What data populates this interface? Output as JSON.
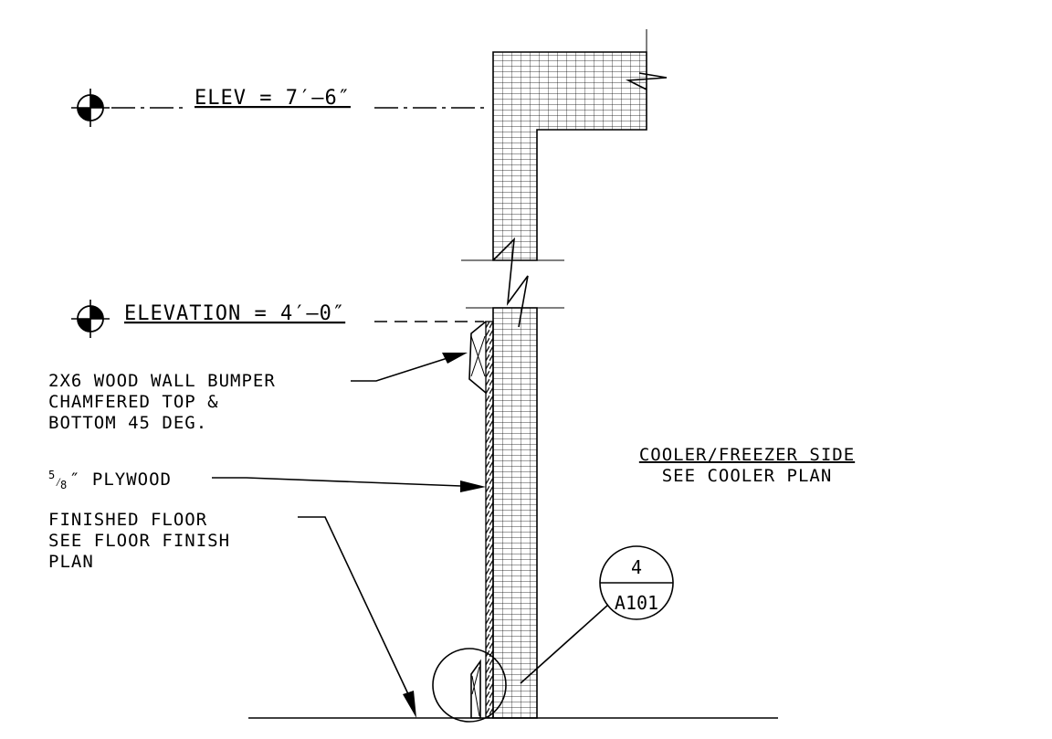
{
  "elevations": [
    {
      "label": "ELEV = 7′–6″"
    },
    {
      "label": "ELEVATION = 4′–0″"
    }
  ],
  "notes": {
    "bumper": [
      "2X6 WOOD WALL BUMPER",
      "CHAMFERED TOP &",
      "BOTTOM 45 DEG."
    ],
    "plywood_fraction_num": "5",
    "plywood_fraction_den": "8",
    "plywood_rest": "″ PLYWOOD",
    "floor": [
      "FINISHED FLOOR",
      "SEE FLOOR FINISH",
      "PLAN"
    ],
    "side": [
      "COOLER/FREEZER SIDE",
      "SEE COOLER PLAN"
    ]
  },
  "detail_bubble": {
    "number": "4",
    "sheet": "A101"
  },
  "icons": {
    "elevation_marker": "elevation-target-icon",
    "break_line": "break-line-icon",
    "arrow": "leader-arrow-icon"
  }
}
